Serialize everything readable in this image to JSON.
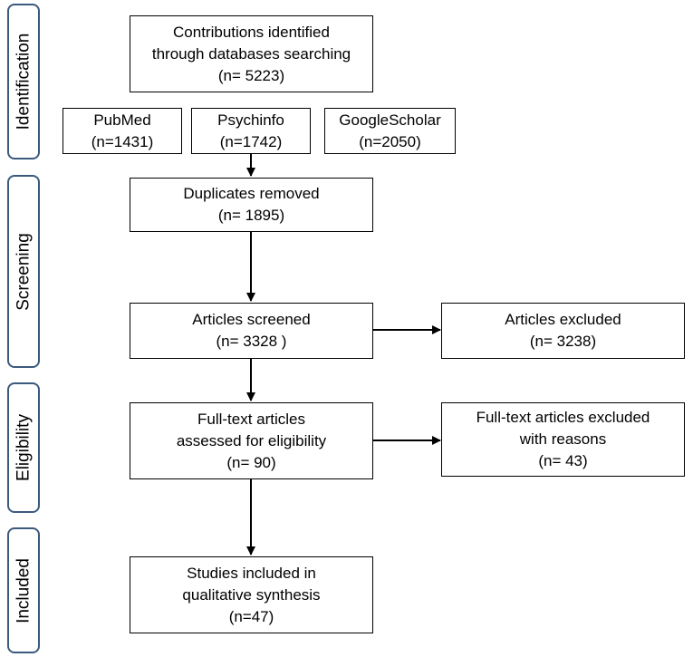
{
  "phases": {
    "identification": "Identification",
    "screening": "Screening",
    "eligibility": "Eligibility",
    "included": "Included"
  },
  "boxes": {
    "contributions": {
      "line1": "Contributions identified",
      "line2": "through databases searching",
      "line3": "(n= 5223)"
    },
    "pubmed": {
      "line1": "PubMed",
      "line2": "(n=1431)"
    },
    "psychinfo": {
      "line1": "Psychinfo",
      "line2": "(n=1742)"
    },
    "googlescholar": {
      "line1": "GoogleScholar",
      "line2": "(n=2050)"
    },
    "duplicates": {
      "line1": "Duplicates  removed",
      "line2": "(n= 1895)"
    },
    "screened": {
      "line1": "Articles screened",
      "line2": "(n= 3328 )"
    },
    "excluded": {
      "line1": "Articles excluded",
      "line2": "(n= 3238)"
    },
    "fulltext": {
      "line1": "Full-text articles",
      "line2": "assessed for eligibility",
      "line3": "(n= 90)"
    },
    "fulltext_excluded": {
      "line1": "Full-text articles excluded",
      "line2": "with reasons",
      "line3": "(n= 43)"
    },
    "included": {
      "line1": "Studies included in",
      "line2": "qualitative synthesis",
      "line3": "(n=47)"
    }
  }
}
